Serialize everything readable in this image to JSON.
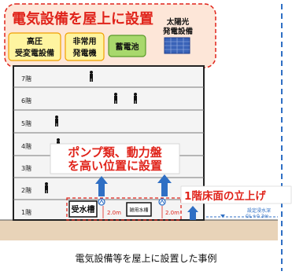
{
  "roof_section": {
    "title": "電気設備を屋上に設置",
    "equipment": [
      "高圧\n受変電設備",
      "非常用\n発電機",
      "蓄電池"
    ],
    "solar": "太陽光\n発電設備"
  },
  "floors": [
    "7階",
    "6階",
    "5階",
    "4階",
    "3階",
    "2階",
    "1階"
  ],
  "pump_callout": [
    "ポンプ類、動力盤",
    "を高い位置に設置"
  ],
  "floor_raise_label": "1階床面の立上げ",
  "water_tank_label": "受水槽",
  "drainage_tank_label": "雑用水槽",
  "heights": [
    "2.0m",
    "2.0m"
  ],
  "flood_level_label": [
    "設定浸水深",
    "GL＋0.3m"
  ],
  "caption": "電気設備等を屋上に設置した事例",
  "colors": {
    "orange": "#e8693c",
    "red": "#e0241b",
    "blue": "#2f6fc4",
    "navy": "#1a3a8a",
    "green": "#78b73c",
    "yellow": "#f0d000"
  }
}
